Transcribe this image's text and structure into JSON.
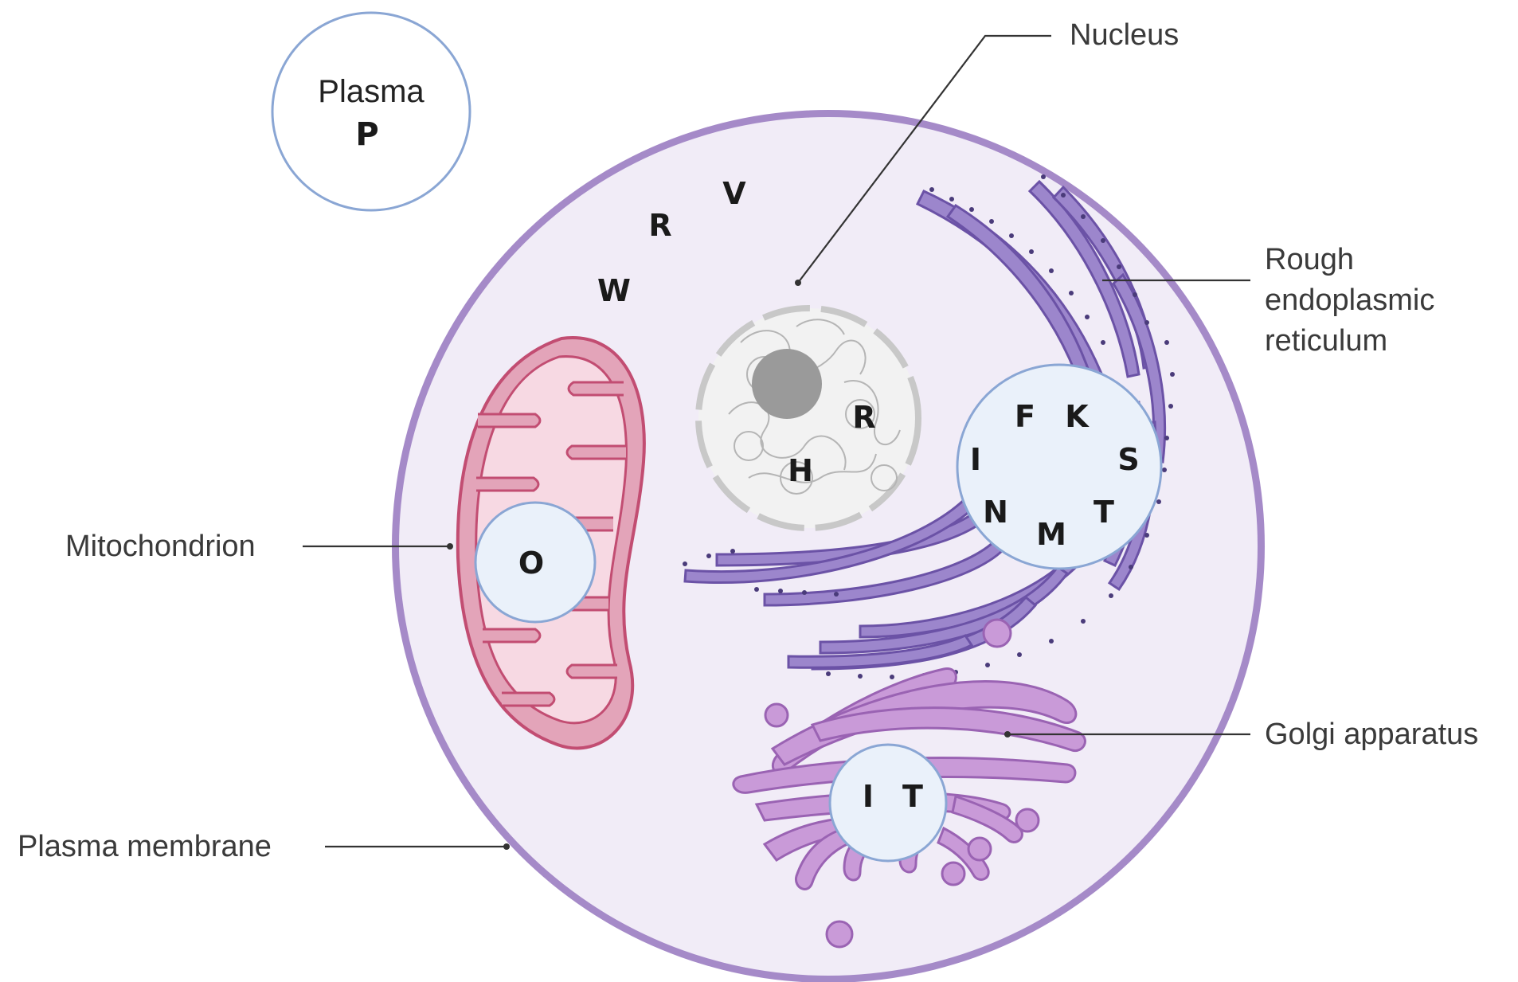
{
  "labels": {
    "nucleus": "Nucleus",
    "rer_line1": "Rough",
    "rer_line2": "endoplasmic",
    "rer_line3": "reticulum",
    "mitochondrion": "Mitochondrion",
    "golgi": "Golgi apparatus",
    "plasma_membrane": "Plasma membrane"
  },
  "plasma_bubble": {
    "title": "Plasma",
    "letter": "P"
  },
  "cytoplasm_letters": [
    "V",
    "R",
    "W"
  ],
  "nucleus_letters": [
    "R",
    "H"
  ],
  "rer_bubble_letters": [
    "F",
    "K",
    "I",
    "S",
    "N",
    "T",
    "M"
  ],
  "mito_bubble_letters": [
    "O"
  ],
  "golgi_bubble_letters": [
    "I",
    "T"
  ],
  "colors": {
    "cell_fill": "#f1ecf7",
    "cell_stroke": "#a58ac8",
    "mito_fill": "#e3a4b9",
    "mito_stroke": "#c24d72",
    "mito_inner": "#f7d9e3",
    "rer_fill": "#9c86cc",
    "rer_stroke": "#6b52a6",
    "golgi_fill": "#c99ad8",
    "golgi_stroke": "#9a63b3",
    "nucleus_fill": "#f2f2f2",
    "nucleolus": "#9a9a9a",
    "bubble_fill": "#eaf1fa",
    "bubble_stroke": "#8aa6d4"
  }
}
